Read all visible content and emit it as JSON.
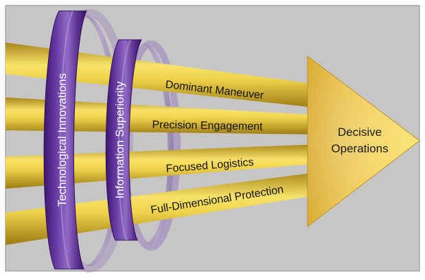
{
  "diagram": {
    "rings": {
      "outer_label": "Technological Innovations",
      "inner_label": "Information Superiority"
    },
    "beams": [
      {
        "label": "Dominant Maneuver"
      },
      {
        "label": "Precision Engagement"
      },
      {
        "label": "Focused Logistics"
      },
      {
        "label": "Full-Dimensional Protection"
      }
    ],
    "arrow": {
      "line1": "Decisive",
      "line2": "Operations"
    }
  },
  "colors": {
    "background": "#c6c6c6",
    "beam_gold": "#e0bf2c",
    "ring_purple": "#5a2e8e",
    "arrow_gold": "#eebf3a"
  }
}
